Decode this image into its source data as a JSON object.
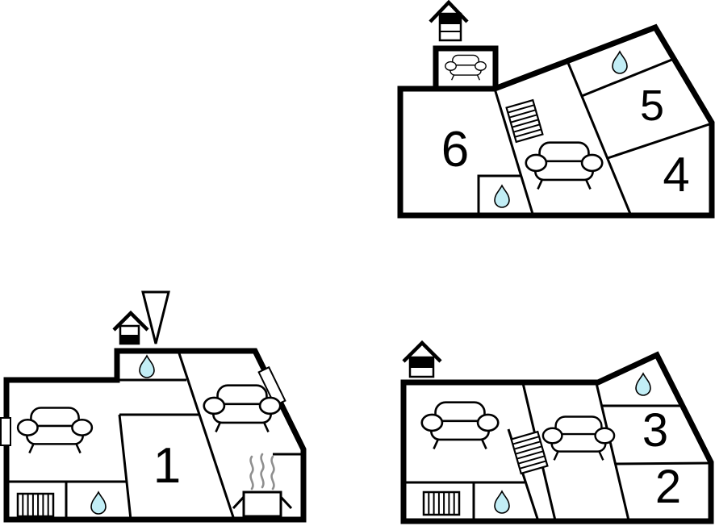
{
  "diagram": {
    "kind": "holiday-home-floor-plan",
    "background_color": "#ffffff",
    "wall_color": "#000000",
    "water_drop_color": "#c2eef6",
    "steam_color": "#8f8f8f",
    "plans": [
      {
        "name": "upper-floor",
        "level_indicator": {
          "total_levels": 3,
          "active_level": "top"
        },
        "room_labels": [
          "6",
          "5",
          "4"
        ],
        "fixtures": [
          "sofa",
          "sofa",
          "staircase",
          "water-drop",
          "water-drop"
        ]
      },
      {
        "name": "ground-floor-main-house",
        "level_indicator": {
          "total_levels": 2,
          "active_level": "bottom"
        },
        "entrance_arrow_direction": "down",
        "room_labels": [
          "1"
        ],
        "fixtures": [
          "sofa",
          "sofa",
          "stove",
          "radiator",
          "water-drop",
          "water-drop",
          "window",
          "window"
        ]
      },
      {
        "name": "ground-floor-annex",
        "level_indicator": {
          "total_levels": 2,
          "active_level": "top"
        },
        "room_labels": [
          "3",
          "2"
        ],
        "fixtures": [
          "sofa",
          "sofa",
          "staircase",
          "radiator",
          "water-drop",
          "water-drop"
        ]
      }
    ]
  }
}
